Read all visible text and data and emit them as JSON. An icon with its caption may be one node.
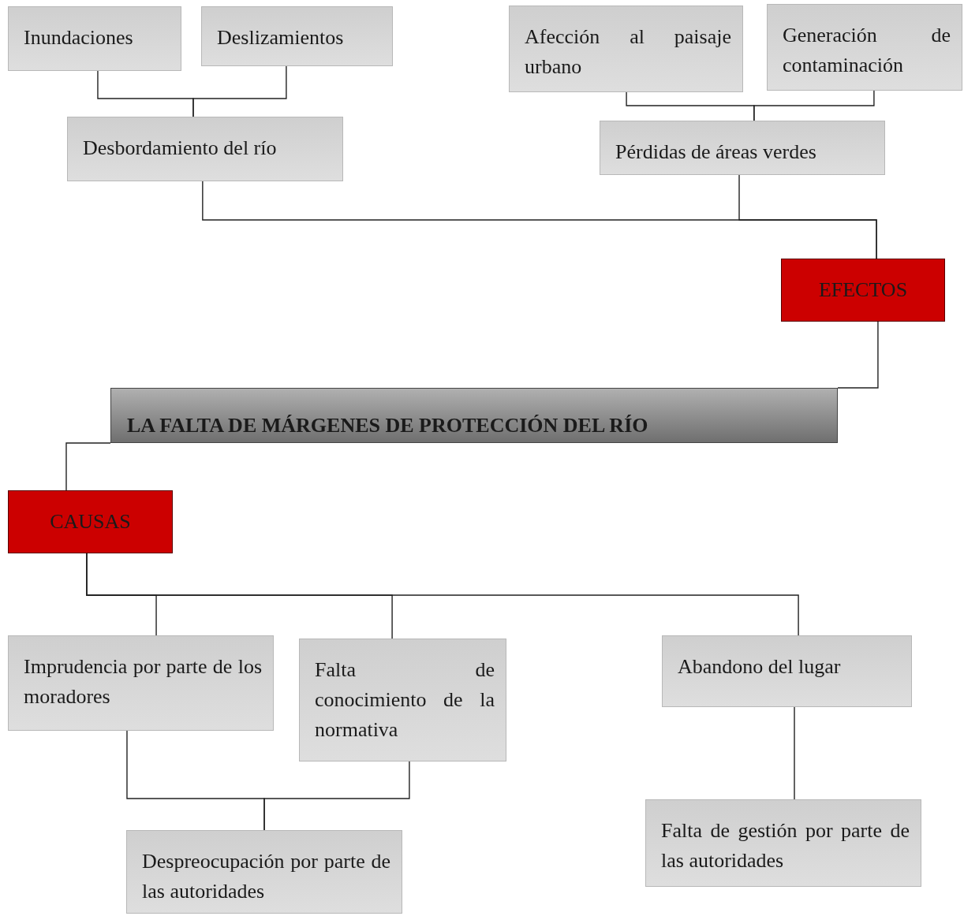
{
  "diagram": {
    "nodes": [
      {
        "text": [
          "Inundaciones"
        ]
      },
      {
        "text": [
          "Deslizamientos"
        ]
      },
      {
        "text": [
          "Afección al paisaje urbano"
        ]
      },
      {
        "text": [
          "Generación de contaminación"
        ]
      },
      {
        "text": [
          "Desbordamiento del río"
        ]
      },
      {
        "text": [
          "Pérdidas de áreas verdes"
        ]
      },
      {
        "text": [
          "EFECTOS"
        ]
      },
      {
        "text": [
          "LA FALTA DE MÁRGENES DE PROTECCIÓN DEL RÍO"
        ]
      },
      {
        "text": [
          "CAUSAS"
        ]
      },
      {
        "text": [
          "Imprudencia por parte de los moradores"
        ]
      },
      {
        "text": [
          "Falta de conocimiento de la normativa"
        ]
      },
      {
        "text": [
          "Abandono del lugar"
        ]
      },
      {
        "text": [
          "Despreocupación por parte de las autoridades"
        ]
      },
      {
        "text": [
          "Falta de gestión por parte de las autoridades"
        ]
      }
    ],
    "edges": [
      {
        "from": 0,
        "to": 4,
        "arrow": "none"
      },
      {
        "from": 1,
        "to": 4,
        "arrow": "none"
      },
      {
        "from": 2,
        "to": 5,
        "arrow": "none"
      },
      {
        "from": 3,
        "to": 5,
        "arrow": "none"
      },
      {
        "from": 4,
        "to": 6,
        "arrow": "none"
      },
      {
        "from": 5,
        "to": 6,
        "arrow": "none"
      },
      {
        "from": 6,
        "to": 7,
        "arrow": "none"
      },
      {
        "from": 7,
        "to": 8,
        "arrow": "none"
      },
      {
        "from": 8,
        "to": 9,
        "arrow": "none"
      },
      {
        "from": 8,
        "to": 10,
        "arrow": "none"
      },
      {
        "from": 8,
        "to": 11,
        "arrow": "none"
      },
      {
        "from": 9,
        "to": 12,
        "arrow": "none"
      },
      {
        "from": 10,
        "to": 12,
        "arrow": "none"
      },
      {
        "from": 11,
        "to": 13,
        "arrow": "none"
      }
    ]
  }
}
